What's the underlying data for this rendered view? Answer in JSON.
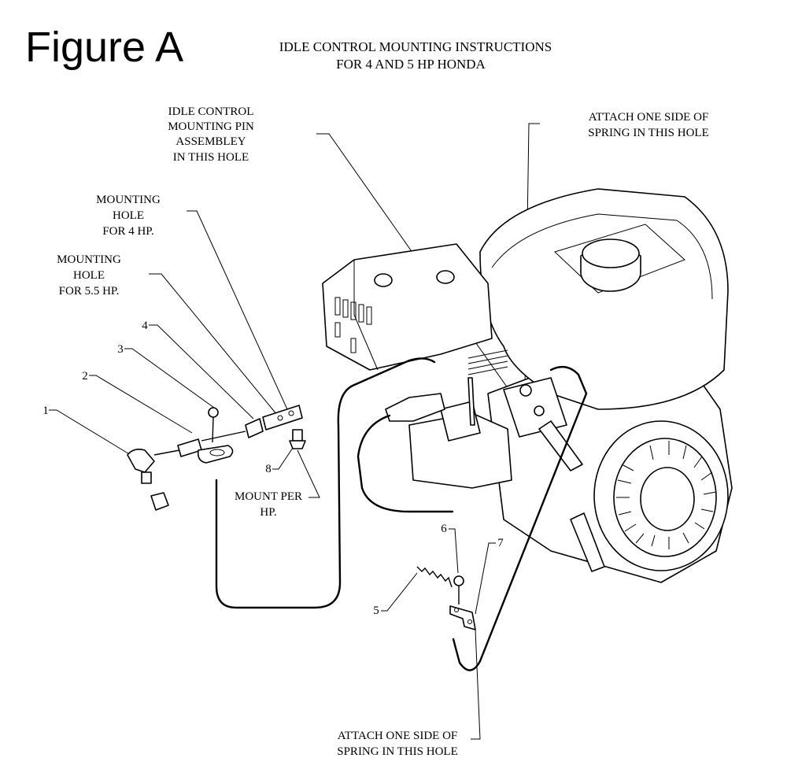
{
  "figure_title": "Figure A",
  "heading": {
    "line1": "IDLE CONTROL MOUNTING INSTRUCTIONS",
    "line2": "FOR 4 AND 5 HP HONDA"
  },
  "callouts": {
    "pin_assembly": [
      "IDLE CONTROL",
      "MOUNTING PIN",
      "ASSEMBLEY",
      "IN THIS HOLE"
    ],
    "spring_top": [
      "ATTACH ONE SIDE OF",
      "SPRING IN THIS HOLE"
    ],
    "hole_4hp": [
      "MOUNTING",
      "HOLE",
      "FOR 4 HP."
    ],
    "hole_55hp": [
      "MOUNTING",
      "HOLE",
      "FOR 5.5 HP."
    ],
    "mount_per_hp": [
      "MOUNT PER",
      "HP."
    ],
    "spring_bottom": [
      "ATTACH ONE SIDE OF",
      "SPRING IN THIS HOLE"
    ]
  },
  "part_numbers": [
    "1",
    "2",
    "3",
    "4",
    "5",
    "6",
    "7",
    "8"
  ]
}
